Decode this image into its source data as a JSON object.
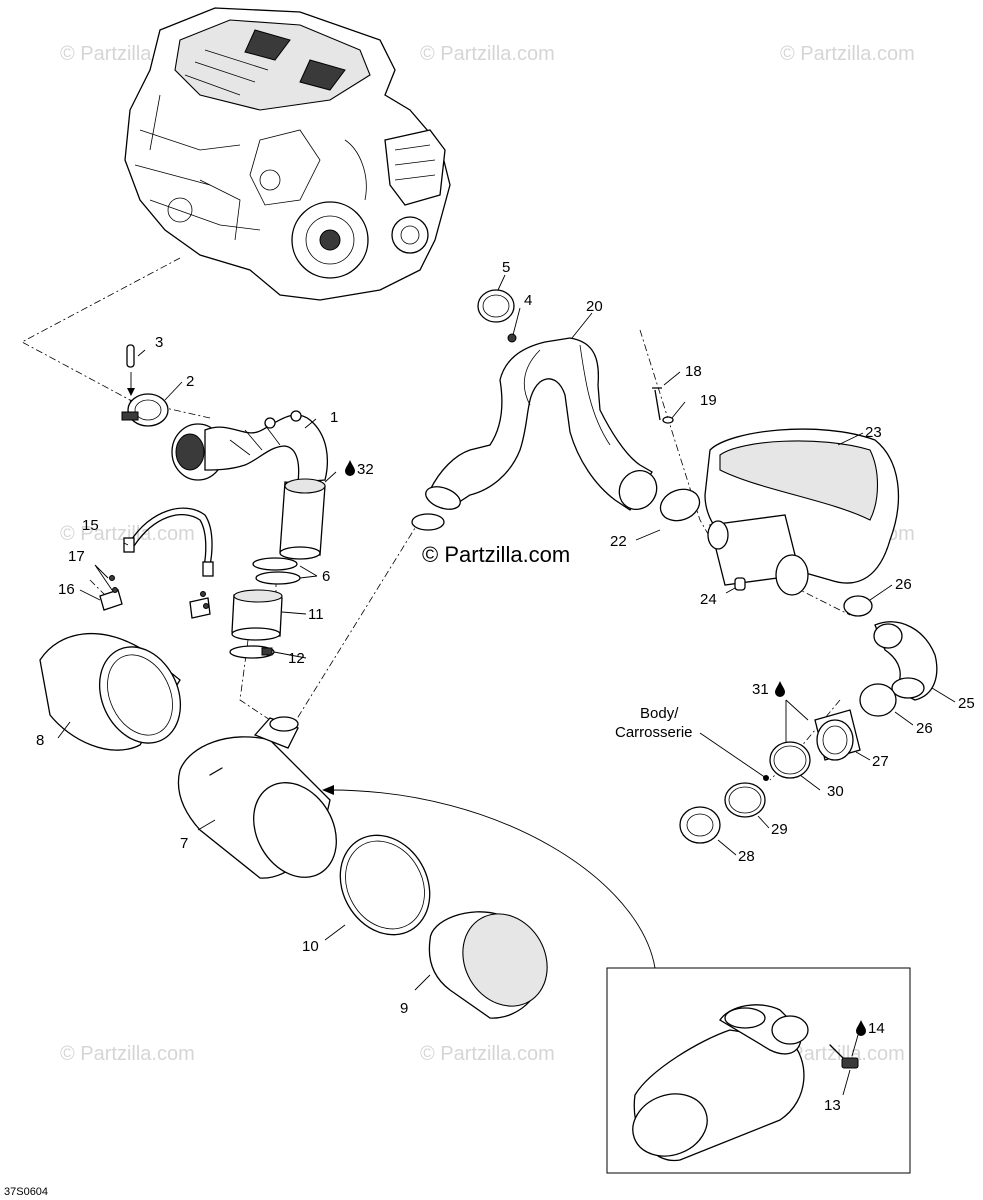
{
  "watermark": "© Partzilla.com",
  "watermark_center": "© Partzilla.com",
  "drawing_ref": "37S0604",
  "body_label_line1": "Body/",
  "body_label_line2": "Carrosserie",
  "callouts": {
    "c1": "1",
    "c2": "2",
    "c3": "3",
    "c4": "4",
    "c5": "5",
    "c6": "6",
    "c7": "7",
    "c8": "8",
    "c9": "9",
    "c10": "10",
    "c11": "11",
    "c12": "12",
    "c13": "13",
    "c14": "14",
    "c15": "15",
    "c16": "16",
    "c17": "17",
    "c18": "18",
    "c19": "19",
    "c20": "20",
    "c22": "22",
    "c23": "23",
    "c24": "24",
    "c25": "25",
    "c26a": "26",
    "c26b": "26",
    "c27": "27",
    "c28": "28",
    "c29": "29",
    "c30": "30",
    "c31": "31",
    "c32": "32"
  },
  "icons": {
    "fluid_drop": "drop-icon"
  }
}
